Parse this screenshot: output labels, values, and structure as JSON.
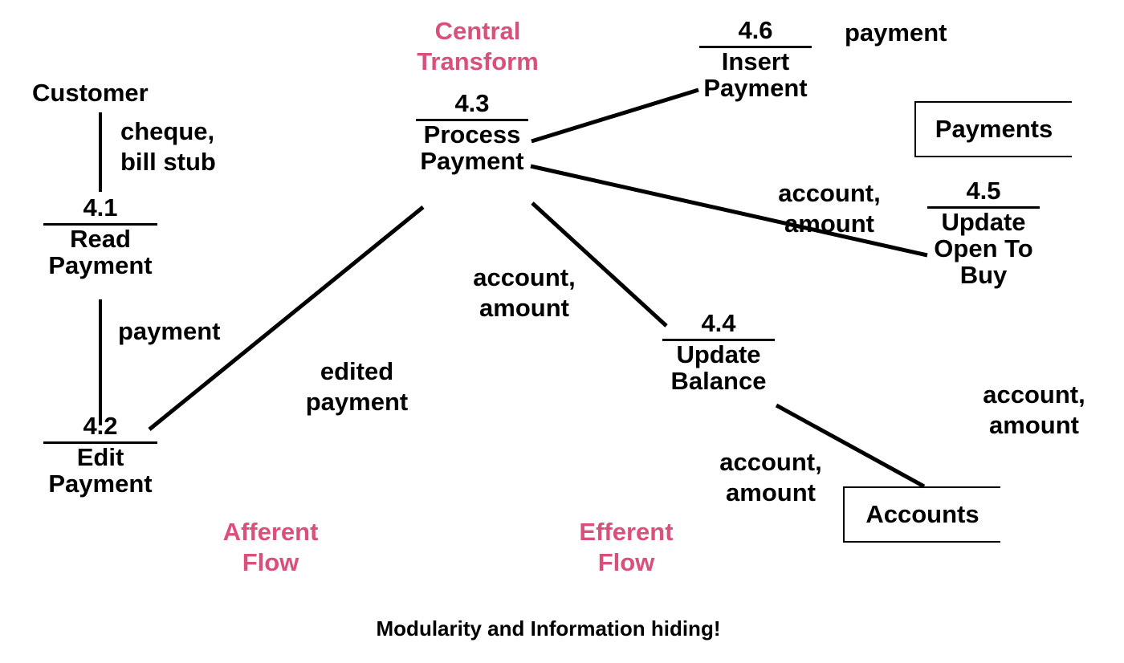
{
  "diagram": {
    "title_caption": "Modularity and Information hiding!",
    "accent_color": "#d9507a",
    "line_color": "#000000",
    "background_color": "#ffffff"
  },
  "external_entities": [
    {
      "name": "customer",
      "label": "Customer"
    }
  ],
  "modules": [
    {
      "key": "m41",
      "id": "4.1",
      "name_line1": "Read",
      "name_line2": "Payment"
    },
    {
      "key": "m42",
      "id": "4.2",
      "name_line1": "Edit",
      "name_line2": "Payment"
    },
    {
      "key": "m43",
      "id": "4.3",
      "name_line1": "Process",
      "name_line2": "Payment"
    },
    {
      "key": "m44",
      "id": "4.4",
      "name_line1": "Update",
      "name_line2": "Balance"
    },
    {
      "key": "m45",
      "id": "4.5",
      "name_line1": "Update",
      "name_line2": "Open To",
      "name_line3": "Buy"
    },
    {
      "key": "m46",
      "id": "4.6",
      "name_line1": "Insert",
      "name_line2": "Payment"
    }
  ],
  "datastores": [
    {
      "key": "payments",
      "label": "Payments"
    },
    {
      "key": "accounts",
      "label": "Accounts"
    }
  ],
  "data_flows": [
    {
      "key": "f_cheque",
      "line1": "cheque,",
      "line2": "bill stub"
    },
    {
      "key": "f_payment_1",
      "line1": "payment"
    },
    {
      "key": "f_edited",
      "line1": "edited",
      "line2": "payment"
    },
    {
      "key": "f_acct_left",
      "line1": "account,",
      "line2": "amount"
    },
    {
      "key": "f_payment_2",
      "line1": "payment"
    },
    {
      "key": "f_acct_right",
      "line1": "account,",
      "line2": "amount"
    },
    {
      "key": "f_acct_low",
      "line1": "account,",
      "line2": "amount"
    },
    {
      "key": "f_acct_lowright",
      "line1": "account,",
      "line2": "amount"
    }
  ],
  "annotations": [
    {
      "key": "central",
      "line1": "Central",
      "line2": "Transform"
    },
    {
      "key": "afferent",
      "line1": "Afferent",
      "line2": "Flow"
    },
    {
      "key": "efferent",
      "line1": "Efferent",
      "line2": "Flow"
    }
  ]
}
